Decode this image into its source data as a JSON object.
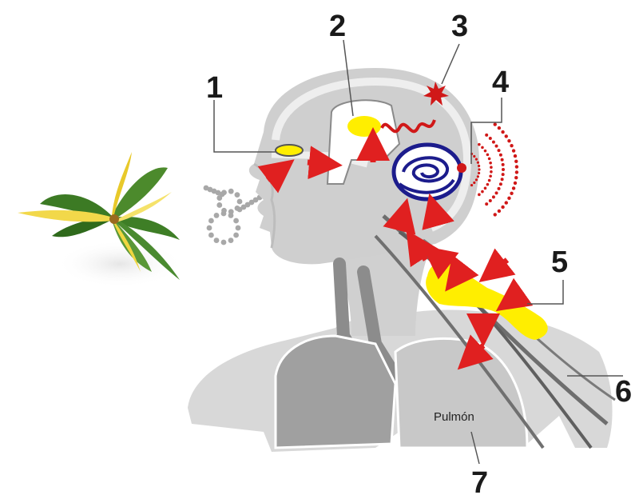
{
  "callouts": [
    "1",
    "2",
    "3",
    "4",
    "5",
    "6",
    "7"
  ],
  "labels": {
    "lung": "Pulmón"
  },
  "colors": {
    "body": "#d4d4d4",
    "body_dark": "#9f9f9f",
    "yellow": "#ffee00",
    "arrow": "#e02020",
    "brain": "#1c1c8c",
    "signal": "#d01818"
  },
  "icons": [
    "ylang-ylang-flower-icon",
    "aroma-molecule-icon"
  ]
}
